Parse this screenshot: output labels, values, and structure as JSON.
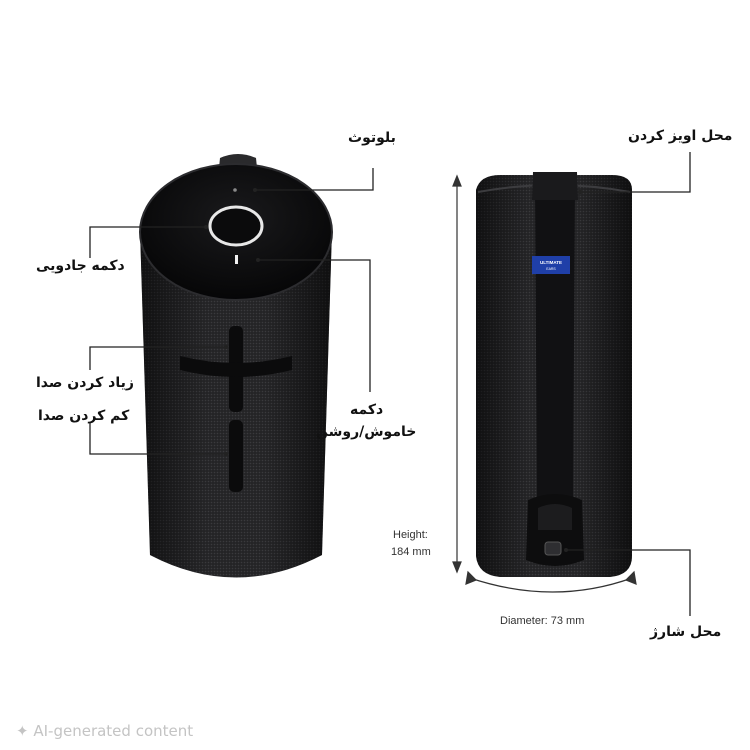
{
  "labels": {
    "bluetooth": "بلوتوث",
    "magic_button": "دکمه جادویی",
    "volume_up": "زیاد کردن صدا",
    "volume_down": "کم کردن صدا",
    "power_button_line1": "دکمه",
    "power_button_line2": "خاموش/روشن",
    "hanging_place": "محل اویز کردن",
    "charging_port": "محل شارژ"
  },
  "dimensions": {
    "height_label": "Height:",
    "height_value": "184 mm",
    "diameter": "Diameter: 73 mm"
  },
  "brand_badge": {
    "line1": "ULTIMATE",
    "line2": "EARS"
  },
  "watermark": "AI-generated content",
  "colors": {
    "speaker_body": "#1c1c1e",
    "speaker_top": "#0d0d0f",
    "badge": "#1f3fa8",
    "leader_line": "#222222",
    "dimension_line": "#333333"
  }
}
